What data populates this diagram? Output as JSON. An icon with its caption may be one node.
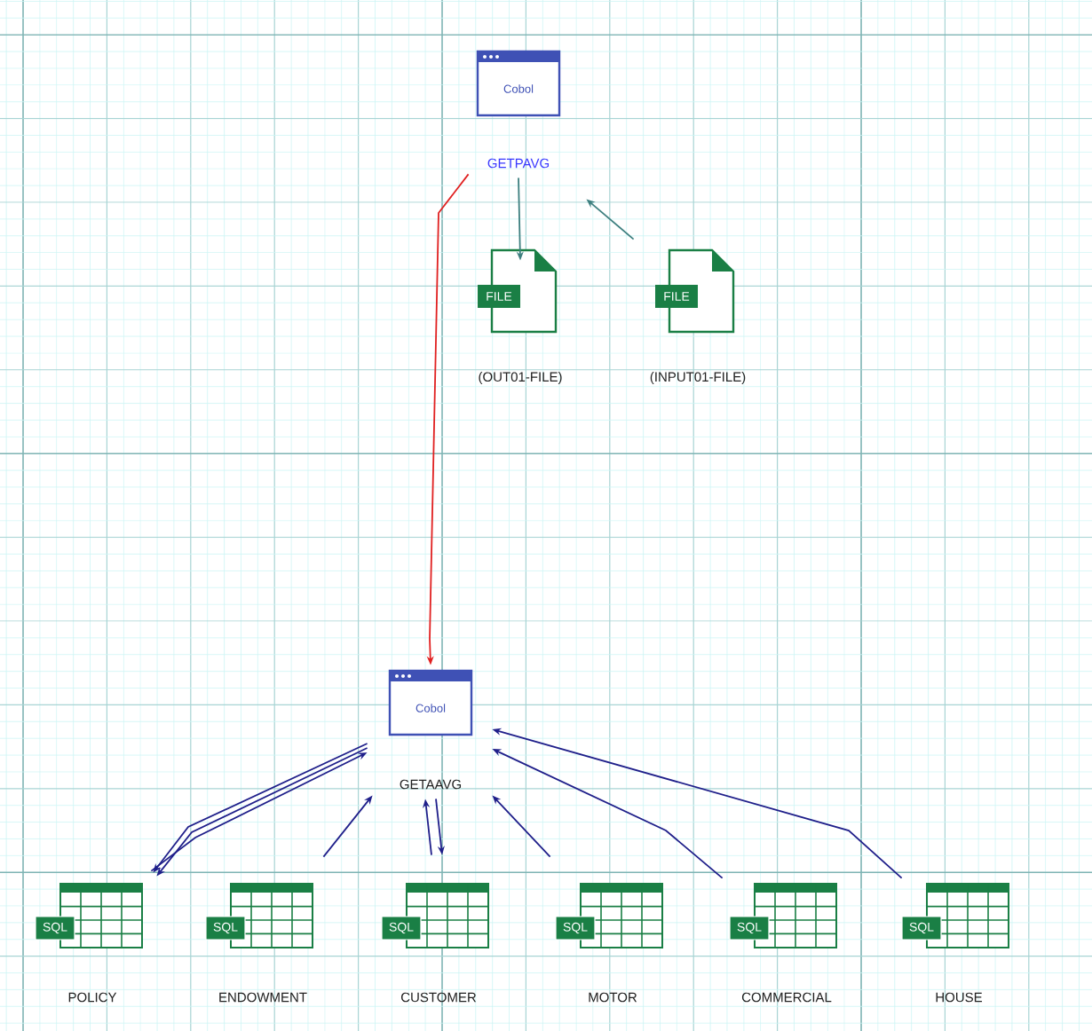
{
  "diagram": {
    "nodes": [
      {
        "text": [
          "Cobol",
          "GETPAVG"
        ]
      },
      {
        "text": [
          "FILE",
          "(OUT01-FILE)"
        ]
      },
      {
        "text": [
          "FILE",
          "(INPUT01-FILE)"
        ]
      },
      {
        "text": [
          "Cobol",
          "GETAAVG"
        ]
      },
      {
        "text": [
          "SQL",
          "POLICY"
        ]
      },
      {
        "text": [
          "SQL",
          "ENDOWMENT"
        ]
      },
      {
        "text": [
          "SQL",
          "CUSTOMER"
        ]
      },
      {
        "text": [
          "SQL",
          "MOTOR"
        ]
      },
      {
        "text": [
          "SQL",
          "COMMERCIAL"
        ]
      },
      {
        "text": [
          "SQL",
          "HOUSE"
        ]
      }
    ],
    "edges": [
      {
        "from": 0,
        "to": 1,
        "arrow": "to",
        "color": "#3d7f7f"
      },
      {
        "from": 2,
        "to": 0,
        "arrow": "to",
        "color": "#3d7f7f"
      },
      {
        "from": 0,
        "to": 3,
        "arrow": "to",
        "color": "#e02020"
      },
      {
        "from": 3,
        "to": 4,
        "arrow": "to"
      },
      {
        "from": 3,
        "to": 4,
        "arrow": "to"
      },
      {
        "from": 4,
        "to": 3,
        "arrow": "to"
      },
      {
        "from": 5,
        "to": 3,
        "arrow": "to"
      },
      {
        "from": 6,
        "to": 3,
        "arrow": "to"
      },
      {
        "from": 3,
        "to": 6,
        "arrow": "to"
      },
      {
        "from": 7,
        "to": 3,
        "arrow": "to"
      },
      {
        "from": 8,
        "to": 3,
        "arrow": "to"
      },
      {
        "from": 9,
        "to": 3,
        "arrow": "to"
      }
    ]
  }
}
